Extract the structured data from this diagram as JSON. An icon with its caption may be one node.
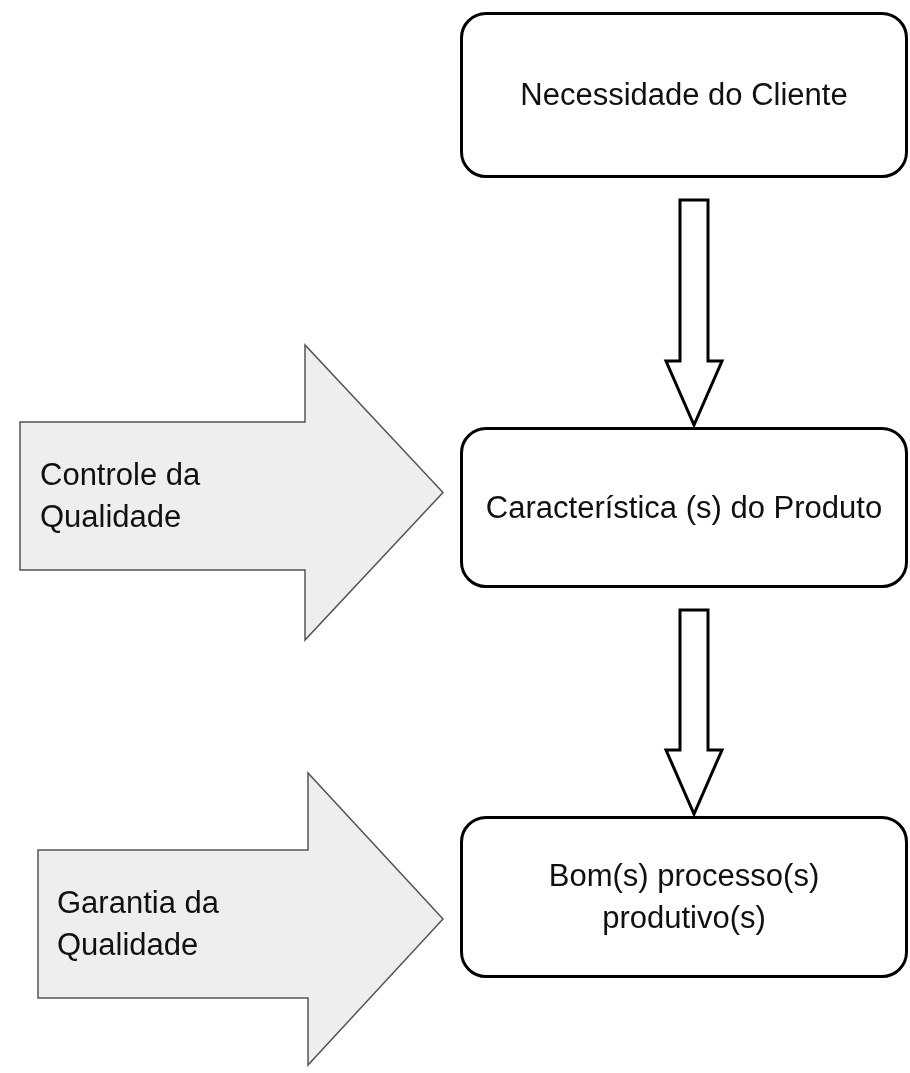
{
  "diagram": {
    "nodes": [
      {
        "text": [
          "Necessidade do Cliente"
        ]
      },
      {
        "text": [
          "Característica (s) do Produto"
        ]
      },
      {
        "text": [
          "Bom(s) processo(s) produtivo(s)"
        ]
      },
      {
        "text": [
          "Controle da Qualidade"
        ]
      },
      {
        "text": [
          "Garantia da Qualidade"
        ]
      }
    ],
    "edges": [
      {
        "from": 0,
        "to": 1,
        "arrow": "to"
      },
      {
        "from": 1,
        "to": 2,
        "arrow": "to"
      }
    ]
  }
}
